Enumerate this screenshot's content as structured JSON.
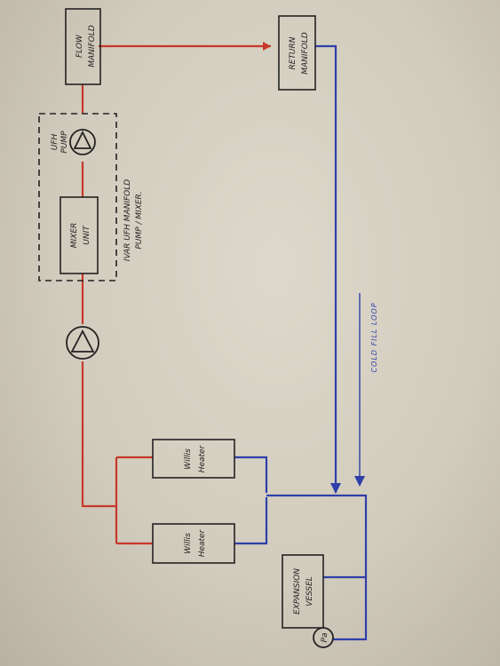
{
  "components": {
    "flow_manifold": [
      "FLOW",
      "MANIFOLD"
    ],
    "return_manifold": [
      "RETURN",
      "MANIFOLD"
    ],
    "ufh_pump": [
      "UFH",
      "PUMP"
    ],
    "mixer_unit": [
      "MIXER",
      "UNIT"
    ],
    "ivar_note": [
      "IVAR  UFH  MANIFOLD",
      "PUMP / MIXER."
    ],
    "heater_1": [
      "Willis",
      "Heater"
    ],
    "heater_2": [
      "Willis",
      "Heater"
    ],
    "expansion_vessel": [
      "EXPANSION",
      "VESSEL"
    ],
    "pressure_gauge": "Pa",
    "cold_fill": "COLD FILL LOOP"
  },
  "colors": {
    "flow_pipe": "#c7382a",
    "return_pipe": "#2f3fa8"
  }
}
